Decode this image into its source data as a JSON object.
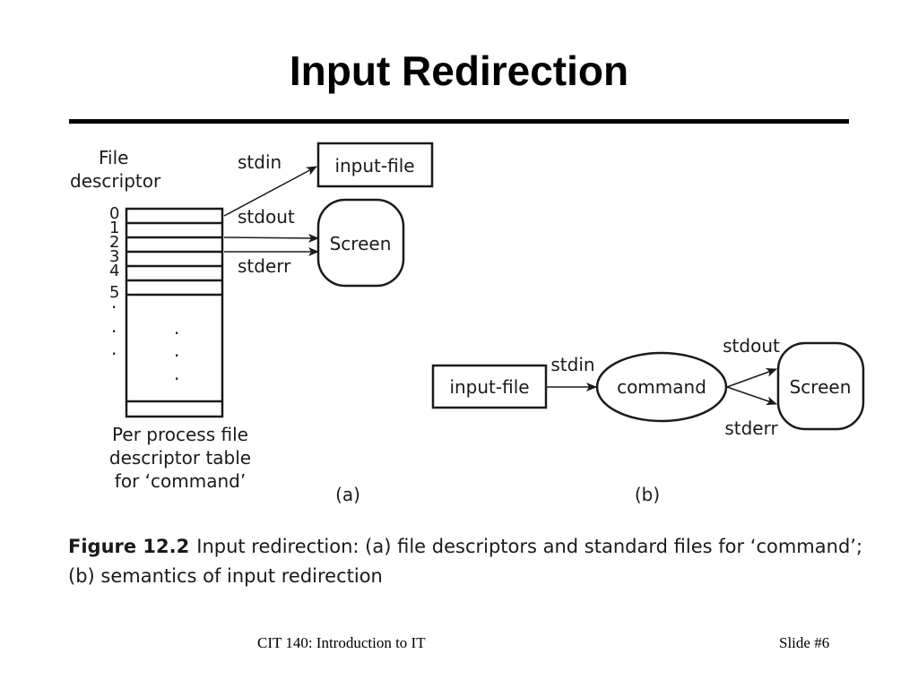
{
  "slide": {
    "title": "Input Redirection",
    "footer_course": "CIT 140: Introduction to IT",
    "footer_slide": "Slide #6"
  },
  "diagram_a": {
    "header_line1": "File",
    "header_line2": "descriptor",
    "fd_numbers": [
      "0",
      "1",
      "2",
      "3",
      "4",
      "5"
    ],
    "dots": ".",
    "stdin_label": "stdin",
    "stdout_label": "stdout",
    "stderr_label": "stderr",
    "input_file_label": "input-file",
    "screen_label": "Screen",
    "table_caption_line1": "Per process file",
    "table_caption_line2": "descriptor table",
    "table_caption_line3": "for ‘command’",
    "panel_label": "(a)"
  },
  "diagram_b": {
    "input_file_label": "input-file",
    "stdin_label": "stdin",
    "command_label": "command",
    "stdout_label": "stdout",
    "stderr_label": "stderr",
    "screen_label": "Screen",
    "panel_label": "(b)"
  },
  "figure_caption": {
    "label": "Figure 12.2",
    "line1": "Input redirection: (a) file descriptors and standard files for ‘command’;",
    "line2": "(b) semantics of input redirection"
  }
}
